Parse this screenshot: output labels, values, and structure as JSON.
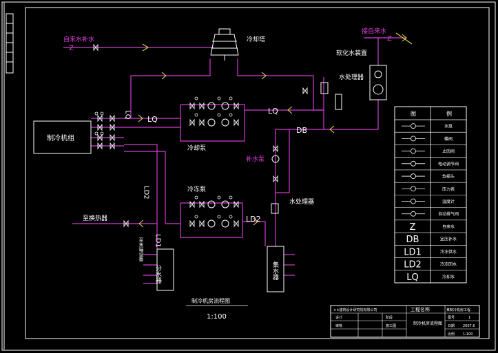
{
  "labels": {
    "tap_water": "自来水补水",
    "cooling_tower": "冷却塔",
    "tap_water_right": "接自来水",
    "softener": "软化水装置",
    "water_treat_top": "水处理器",
    "refrigeration_unit": "制冷机组",
    "cooling_pump": "冷却泵",
    "makeup_pump": "补水泵",
    "chilled_pump": "冷冻泵",
    "water_treat_mid": "水处理器",
    "to_heat_exchanger": "至换热器",
    "distributor": "分水器",
    "collector": "集水器",
    "distributor_side": "至末端设备",
    "drawing_title": "制冷机房流程图",
    "scale": "1:100",
    "lq_left": "LQ",
    "lq_mid": "LQ",
    "lq_right": "LQ",
    "db": "DB",
    "ld2_vertical": "LD2",
    "ld2_mid": "LD2",
    "ld1": "LD1",
    "z_left": "Z",
    "z_right": "Z"
  },
  "legend": {
    "header_symbol": "图",
    "header_name": "例",
    "rows": [
      {
        "code": "",
        "name": "水泵",
        "icon": "pump-icon"
      },
      {
        "code": "",
        "name": "蝶阀",
        "icon": "butterfly-valve-icon"
      },
      {
        "code": "",
        "name": "止回阀",
        "icon": "check-valve-icon"
      },
      {
        "code": "",
        "name": "电动调节阀",
        "icon": "motor-valve-icon"
      },
      {
        "code": "",
        "name": "软接头",
        "icon": "flex-joint-icon"
      },
      {
        "code": "",
        "name": "压力表",
        "icon": "pressure-gauge-icon"
      },
      {
        "code": "",
        "name": "温度计",
        "icon": "thermometer-icon"
      },
      {
        "code": "",
        "name": "自动排气阀",
        "icon": "air-vent-icon"
      },
      {
        "code": "Z",
        "name": "自来水",
        "icon": ""
      },
      {
        "code": "DB",
        "name": "定压补水",
        "icon": ""
      },
      {
        "code": "LD1",
        "name": "冷冻供水",
        "icon": ""
      },
      {
        "code": "LD2",
        "name": "冷冻回水",
        "icon": ""
      },
      {
        "code": "LQ",
        "name": "冷却水",
        "icon": ""
      }
    ]
  },
  "title_block": {
    "company": "××建筑设计研究院有限公司",
    "project_label": "工程名称",
    "project_name": "某制冷机房工程",
    "drawing_name": "制冷机房流程图",
    "row_design": "设计",
    "row_check": "审核",
    "sheet_label": "图号",
    "sheet_value": "1",
    "date_label": "日期",
    "date_value": "2007.6",
    "scale_label": "比例",
    "scale_value": "1:100",
    "grade_label": "阶段",
    "grade_value": "施工图"
  }
}
